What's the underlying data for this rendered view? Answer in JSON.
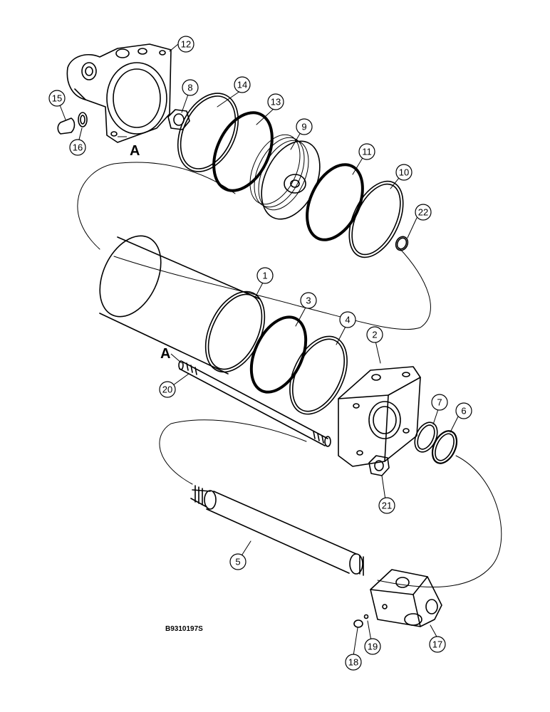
{
  "callouts": [
    {
      "id": "c1",
      "label": "1"
    },
    {
      "id": "c2",
      "label": "2"
    },
    {
      "id": "c3",
      "label": "3"
    },
    {
      "id": "c4",
      "label": "4"
    },
    {
      "id": "c5",
      "label": "5"
    },
    {
      "id": "c6",
      "label": "6"
    },
    {
      "id": "c7",
      "label": "7"
    },
    {
      "id": "c8",
      "label": "8"
    },
    {
      "id": "c9",
      "label": "9"
    },
    {
      "id": "c10",
      "label": "10"
    },
    {
      "id": "c11",
      "label": "11"
    },
    {
      "id": "c12",
      "label": "12"
    },
    {
      "id": "c13",
      "label": "13"
    },
    {
      "id": "c14",
      "label": "14"
    },
    {
      "id": "c15",
      "label": "15"
    },
    {
      "id": "c16",
      "label": "16"
    },
    {
      "id": "c17",
      "label": "17"
    },
    {
      "id": "c18",
      "label": "18"
    },
    {
      "id": "c19",
      "label": "19"
    },
    {
      "id": "c20",
      "label": "20"
    },
    {
      "id": "c21",
      "label": "21"
    },
    {
      "id": "c22",
      "label": "22"
    }
  ],
  "reference_marks": {
    "top": "A",
    "bottom": "A"
  },
  "figure_code": "B9310197S"
}
